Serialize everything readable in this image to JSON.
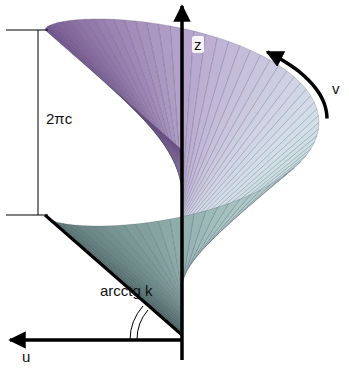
{
  "diagram": {
    "labels": [
      "2πc",
      "z",
      "v",
      "arcctg k",
      "u"
    ]
  }
}
